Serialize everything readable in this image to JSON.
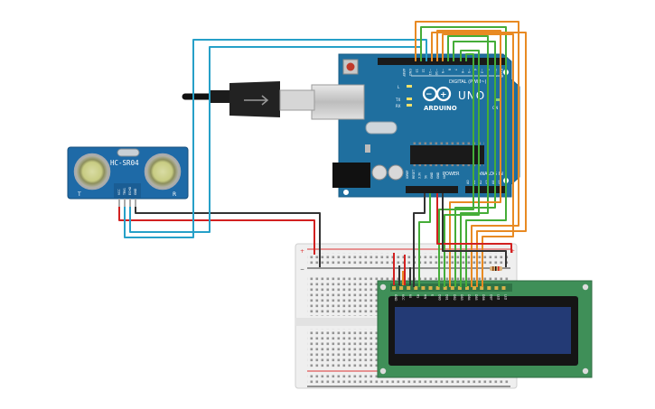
{
  "sensor": {
    "model": "HC-SR04",
    "pin_labels": [
      "VCC",
      "TRIG",
      "ECHO",
      "GND"
    ],
    "transmitter_mark": "T",
    "receiver_mark": "R"
  },
  "arduino": {
    "brand": "ARDUINO",
    "model": "UNO",
    "digital_header_label": "DIGITAL (PWM~)",
    "digital_pins": [
      "AREF",
      "GND",
      "13",
      "12",
      "~11",
      "~10",
      "~9",
      "8",
      "7",
      "~6",
      "~5",
      "4",
      "~3",
      "2",
      "TX→1",
      "RX←0"
    ],
    "led_labels": [
      "L",
      "TX",
      "RX"
    ],
    "on_label": "ON",
    "power_header_label": "POWER",
    "power_pins": [
      "IOREF",
      "RESET",
      "3.3V",
      "5V",
      "GND",
      "GND",
      "Vin"
    ],
    "analog_header_label": "ANALOG IN",
    "analog_pins": [
      "A0",
      "A1",
      "A2",
      "A3",
      "A4",
      "A5"
    ]
  },
  "lcd": {
    "pin_labels": [
      "GND",
      "VCC",
      "V0",
      "RS",
      "RW",
      "E",
      "DB0",
      "DB1",
      "DB2",
      "DB3",
      "DB4",
      "DB5",
      "DB6",
      "DB7",
      "LED",
      "LED"
    ]
  },
  "colors": {
    "arduino_board": "#1f6f9f",
    "sensor_board": "#1e6aa7",
    "lcd_board": "#3f8f58",
    "lcd_screen": "#233a75",
    "breadboard": "#eeeeee",
    "wire_red": "#d22020",
    "wire_black": "#333333",
    "wire_cyan": "#26a0c8",
    "wire_orange": "#e88a23",
    "wire_green": "#45ad38"
  }
}
